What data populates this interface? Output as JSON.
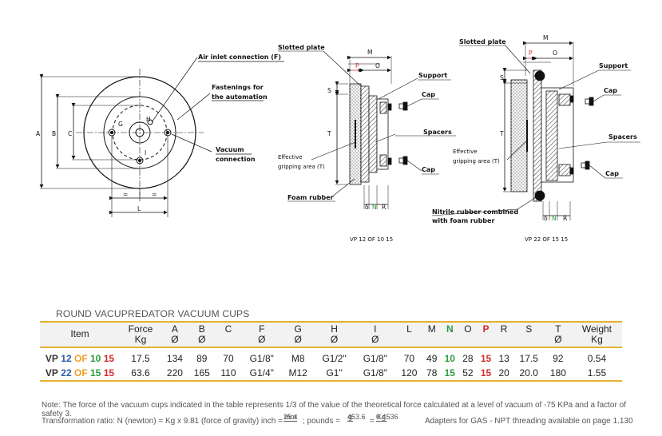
{
  "diagram": {
    "labels": {
      "air_inlet": "Air inlet connection (F)",
      "fastenings": "Fastenings for",
      "fastenings2": "the automation",
      "vacuum": "Vacuum",
      "vacuum2": "connection",
      "slotted_plate": "Slotted plate",
      "support": "Support",
      "cap": "Cap",
      "spacers": "Spacers",
      "effective": "Effective",
      "gripping": "gripping area (T)",
      "foam_rubber": "Foam rubber",
      "nitrile": "Nitrile rubber combined",
      "nitrile2": "with foam rubber",
      "model1": "VP 12 OF 10 15",
      "model2": "VP 22 OF 15 15"
    },
    "dims": {
      "A": "A",
      "B": "B",
      "C": "C",
      "G": "G",
      "H": "H",
      "I": "I",
      "L": "L",
      "eq": "=",
      "M": "M",
      "O": "O",
      "P": "P",
      "S": "S",
      "T": "T",
      "N": "N",
      "R": "R",
      "delta": "δ"
    }
  },
  "table": {
    "title": "ROUND VACUPREDATOR VACUUM CUPS",
    "headers": [
      {
        "top": "Item",
        "sub": ""
      },
      {
        "top": "Force",
        "sub": "Kg"
      },
      {
        "top": "A",
        "sub": "Ø"
      },
      {
        "top": "B",
        "sub": "Ø"
      },
      {
        "top": "C",
        "sub": ""
      },
      {
        "top": "F",
        "sub": "Ø"
      },
      {
        "top": "G",
        "sub": "Ø"
      },
      {
        "top": "H",
        "sub": "Ø"
      },
      {
        "top": "I",
        "sub": "Ø"
      },
      {
        "top": "L",
        "sub": ""
      },
      {
        "top": "M",
        "sub": ""
      },
      {
        "top": "N",
        "sub": ""
      },
      {
        "top": "O",
        "sub": ""
      },
      {
        "top": "P",
        "sub": ""
      },
      {
        "top": "R",
        "sub": ""
      },
      {
        "top": "S",
        "sub": ""
      },
      {
        "top": "T",
        "sub": "Ø"
      },
      {
        "top": "Weight",
        "sub": "Kg"
      }
    ],
    "rows": [
      {
        "item": {
          "p1": "VP",
          "p2": "12",
          "p3": "OF",
          "p4": "10",
          "p5": "15"
        },
        "cells": [
          "17.5",
          "134",
          "89",
          "70",
          "G1/8\"",
          "M8",
          "G1/2\"",
          "G1/8\"",
          "70",
          "49",
          "10",
          "28",
          "15",
          "13",
          "17.5",
          "92",
          "0.54"
        ]
      },
      {
        "item": {
          "p1": "VP",
          "p2": "22",
          "p3": "OF",
          "p4": "15",
          "p5": "15"
        },
        "cells": [
          "63.6",
          "220",
          "165",
          "110",
          "G1/4\"",
          "M12",
          "G1\"",
          "G1/8\"",
          "120",
          "78",
          "15",
          "52",
          "15",
          "20",
          "20.0",
          "180",
          "1.55"
        ]
      }
    ]
  },
  "notes": {
    "note": "Note: The force of the vacuum cups indicated in the table represents 1/3 of the value of the theoretical force calculated at a level of vacuum of -75 KPa and a factor of safety 3.",
    "transformation": "Transformation ratio: N (newton) = Kg x 9.81 (force of gravity)",
    "inch": "inch =",
    "mm": "mm",
    "d254": "25.4",
    "pounds": "; pounds =",
    "g": "g",
    "d4536": "453.6",
    "eq": "=",
    "kg": "Kg",
    "d04536": "0.4536",
    "adapters": "Adapters for GAS - NPT threading available on page 1.130"
  },
  "colors": {
    "accent": "#e3b230",
    "blue": "#2a5aa8",
    "orange": "#f0a020",
    "green": "#2e9a3e",
    "red": "#d42a2a"
  }
}
